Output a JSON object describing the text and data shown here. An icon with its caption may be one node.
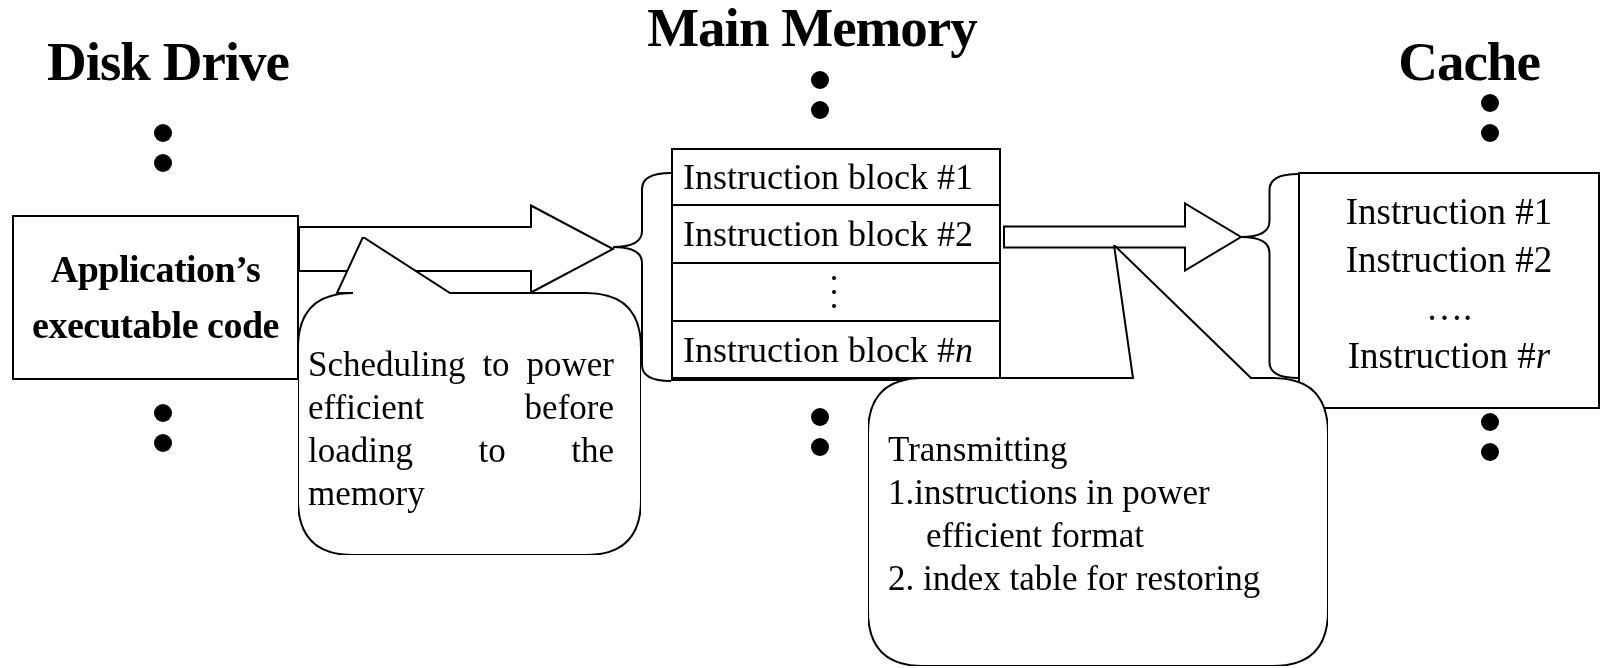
{
  "diagram": {
    "nodes": [
      {
        "text": [
          "Application’s executable code"
        ]
      },
      {
        "text": [],
        "shape": "box"
      },
      {
        "text": [
          "Instruction block #1"
        ],
        "in": 1
      },
      {
        "text": [
          "Instruction block #2"
        ],
        "in": 1
      },
      {
        "text": [],
        "shape": "box",
        "in": 1
      },
      {
        "text": [
          "Instruction block #*n*"
        ],
        "in": 1
      },
      {
        "text": [
          "Instruction #1",
          "Instruction #2",
          "….",
          "Instruction #*r*"
        ]
      },
      {
        "text": [
          "Scheduling to power efficient before loading to the memory"
        ]
      },
      {
        "text": [
          "Transmitting",
          "1.instructions in power efficient format",
          "2. index table for restoring"
        ]
      }
    ],
    "edges": [
      {
        "from": 0,
        "to": 1,
        "arrow": "to",
        "style": "thick"
      },
      {
        "from": 1,
        "to": 6,
        "arrow": "to",
        "style": "thick"
      }
    ],
    "labels": [
      "Disk Drive",
      "Main Memory",
      "Cache"
    ]
  }
}
